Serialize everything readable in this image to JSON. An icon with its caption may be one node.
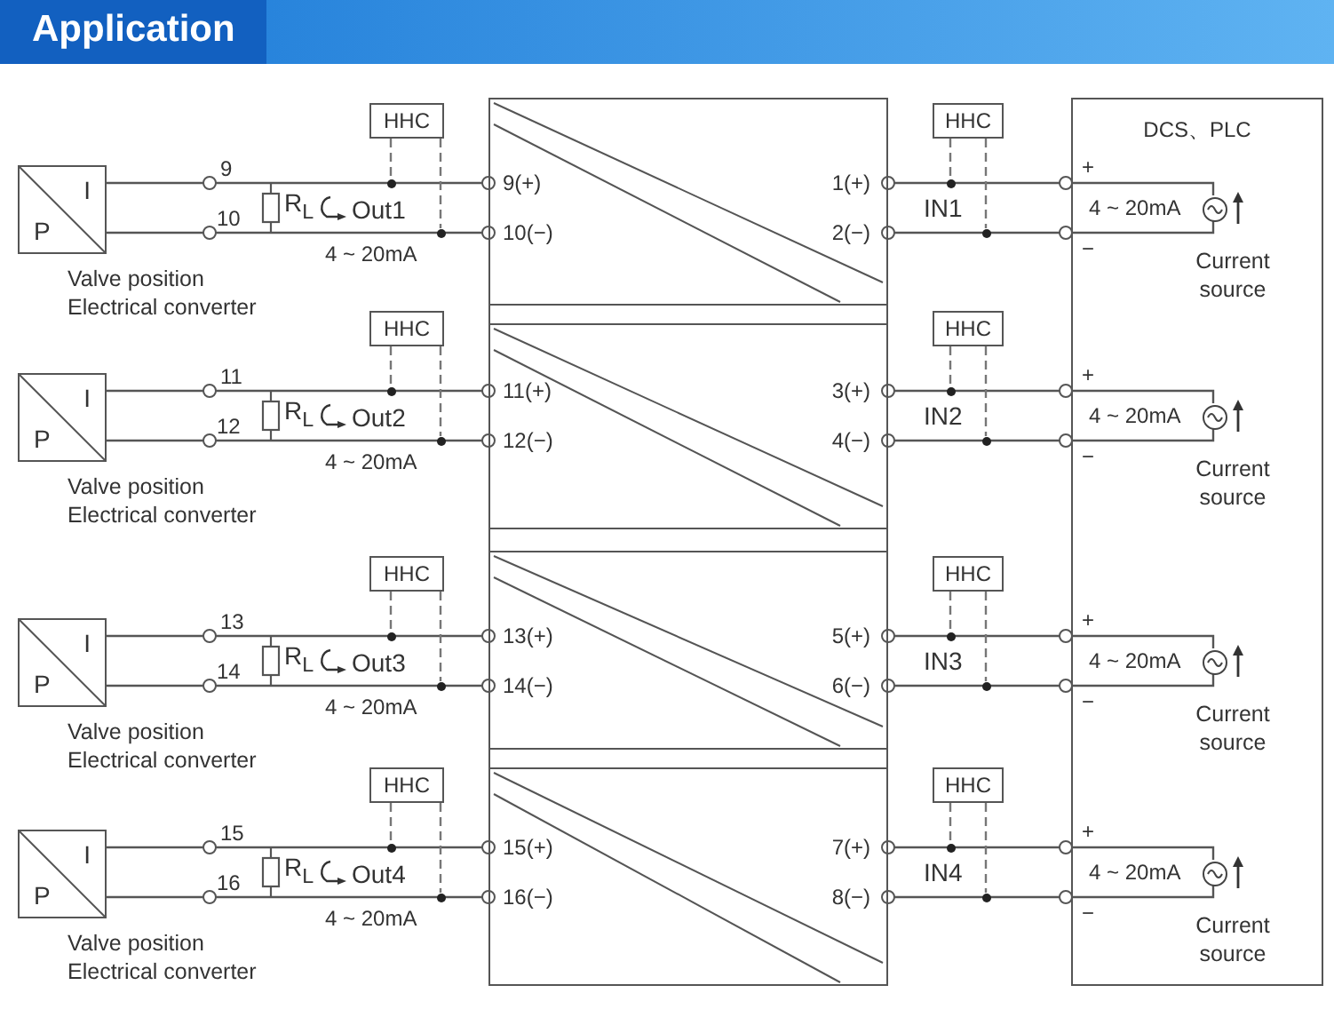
{
  "diagram": {
    "title": "Application",
    "nodes": [
      {
        "text": [],
        "shape": "box"
      },
      {
        "text": [],
        "shape": "box",
        "in": 0
      },
      {
        "text": [],
        "shape": "box",
        "in": 0
      },
      {
        "text": [],
        "shape": "box",
        "in": 0
      },
      {
        "text": [],
        "shape": "box",
        "in": 0
      },
      {
        "text": [
          "DCS、PLC"
        ]
      },
      {
        "text": [
          "I",
          "P"
        ],
        "beside": [
          "Valve position Electrical converter"
        ]
      },
      {
        "text": [
          "HHC"
        ]
      },
      {
        "text": [
          "HHC"
        ]
      },
      {
        "text": [],
        "shape": "circle",
        "in": 5,
        "beside": [
          "4 ~ 20mA",
          "Current source"
        ]
      },
      {
        "text": [],
        "shape": "dot"
      },
      {
        "text": [],
        "shape": "dot"
      },
      {
        "text": [],
        "shape": "dot"
      },
      {
        "text": [],
        "shape": "dot"
      },
      {
        "text": [
          "I",
          "P"
        ],
        "beside": [
          "Valve position Electrical converter"
        ]
      },
      {
        "text": [
          "HHC"
        ]
      },
      {
        "text": [
          "HHC"
        ]
      },
      {
        "text": [],
        "shape": "circle",
        "in": 5,
        "beside": [
          "4 ~ 20mA",
          "Current source"
        ]
      },
      {
        "text": [],
        "shape": "dot"
      },
      {
        "text": [],
        "shape": "dot"
      },
      {
        "text": [],
        "shape": "dot"
      },
      {
        "text": [],
        "shape": "dot"
      },
      {
        "text": [
          "I",
          "P"
        ],
        "beside": [
          "Valve position Electrical converter"
        ]
      },
      {
        "text": [
          "HHC"
        ]
      },
      {
        "text": [
          "HHC"
        ]
      },
      {
        "text": [],
        "shape": "circle",
        "in": 5,
        "beside": [
          "4 ~ 20mA",
          "Current source"
        ]
      },
      {
        "text": [],
        "shape": "dot"
      },
      {
        "text": [],
        "shape": "dot"
      },
      {
        "text": [],
        "shape": "dot"
      },
      {
        "text": [],
        "shape": "dot"
      },
      {
        "text": [
          "I",
          "P"
        ],
        "beside": [
          "Valve position Electrical converter"
        ]
      },
      {
        "text": [
          "HHC"
        ]
      },
      {
        "text": [
          "HHC"
        ]
      },
      {
        "text": [],
        "shape": "circle",
        "in": 5,
        "beside": [
          "4 ~ 20mA",
          "Current source"
        ]
      },
      {
        "text": [],
        "shape": "dot"
      },
      {
        "text": [],
        "shape": "dot"
      },
      {
        "text": [],
        "shape": "dot"
      },
      {
        "text": [],
        "shape": "dot"
      }
    ],
    "edges": [
      {
        "from": 6,
        "to": 1,
        "arrow": "other"
      },
      {
        "from": 6,
        "to": 1,
        "arrow": "other"
      },
      {
        "from": 1,
        "to": 9,
        "arrow": "other"
      },
      {
        "from": 1,
        "to": 9,
        "arrow": "other"
      },
      {
        "from": 7,
        "to": 10,
        "arrow": "none",
        "style": "dashed"
      },
      {
        "from": 7,
        "to": 11,
        "arrow": "none",
        "style": "dashed"
      },
      {
        "from": 8,
        "to": 12,
        "arrow": "none",
        "style": "dashed"
      },
      {
        "from": 8,
        "to": 13,
        "arrow": "none",
        "style": "dashed"
      },
      {
        "from": 14,
        "to": 2,
        "arrow": "other"
      },
      {
        "from": 14,
        "to": 2,
        "arrow": "other"
      },
      {
        "from": 2,
        "to": 17,
        "arrow": "other"
      },
      {
        "from": 2,
        "to": 17,
        "arrow": "other"
      },
      {
        "from": 15,
        "to": 18,
        "arrow": "none",
        "style": "dashed"
      },
      {
        "from": 15,
        "to": 19,
        "arrow": "none",
        "style": "dashed"
      },
      {
        "from": 16,
        "to": 20,
        "arrow": "none",
        "style": "dashed"
      },
      {
        "from": 16,
        "to": 21,
        "arrow": "none",
        "style": "dashed"
      },
      {
        "from": 22,
        "to": 3,
        "arrow": "other"
      },
      {
        "from": 22,
        "to": 3,
        "arrow": "other"
      },
      {
        "from": 3,
        "to": 25,
        "arrow": "other"
      },
      {
        "from": 3,
        "to": 25,
        "arrow": "other"
      },
      {
        "from": 23,
        "to": 26,
        "arrow": "none",
        "style": "dashed"
      },
      {
        "from": 23,
        "to": 27,
        "arrow": "none",
        "style": "dashed"
      },
      {
        "from": 24,
        "to": 28,
        "arrow": "none",
        "style": "dashed"
      },
      {
        "from": 24,
        "to": 29,
        "arrow": "none",
        "style": "dashed"
      },
      {
        "from": 30,
        "to": 4,
        "arrow": "other"
      },
      {
        "from": 30,
        "to": 4,
        "arrow": "other"
      },
      {
        "from": 4,
        "to": 33,
        "arrow": "other"
      },
      {
        "from": 4,
        "to": 33,
        "arrow": "other"
      },
      {
        "from": 31,
        "to": 34,
        "arrow": "none",
        "style": "dashed"
      },
      {
        "from": 31,
        "to": 35,
        "arrow": "none",
        "style": "dashed"
      },
      {
        "from": 32,
        "to": 36,
        "arrow": "none",
        "style": "dashed"
      },
      {
        "from": 32,
        "to": 37,
        "arrow": "none",
        "style": "dashed"
      }
    ],
    "labels": [
      "9",
      "10",
      "R$_{L}$",
      "Out1",
      "4 ~ 20mA",
      "9(+)",
      "10(−)",
      "1(+)",
      "2(−)",
      "IN1",
      "+",
      "−",
      "11",
      "12",
      "R$_{L}$",
      "Out2",
      "4 ~ 20mA",
      "11(+)",
      "12(−)",
      "3(+)",
      "4(−)",
      "IN2",
      "+",
      "−",
      "13",
      "14",
      "R$_{L}$",
      "Out3",
      "4 ~ 20mA",
      "13(+)",
      "14(−)",
      "5(+)",
      "6(−)",
      "IN3",
      "+",
      "−",
      "15",
      "16",
      "R$_{L}$",
      "Out4",
      "4 ~ 20mA",
      "15(+)",
      "16(−)",
      "7(+)",
      "8(−)",
      "IN4",
      "+",
      "−"
    ]
  }
}
